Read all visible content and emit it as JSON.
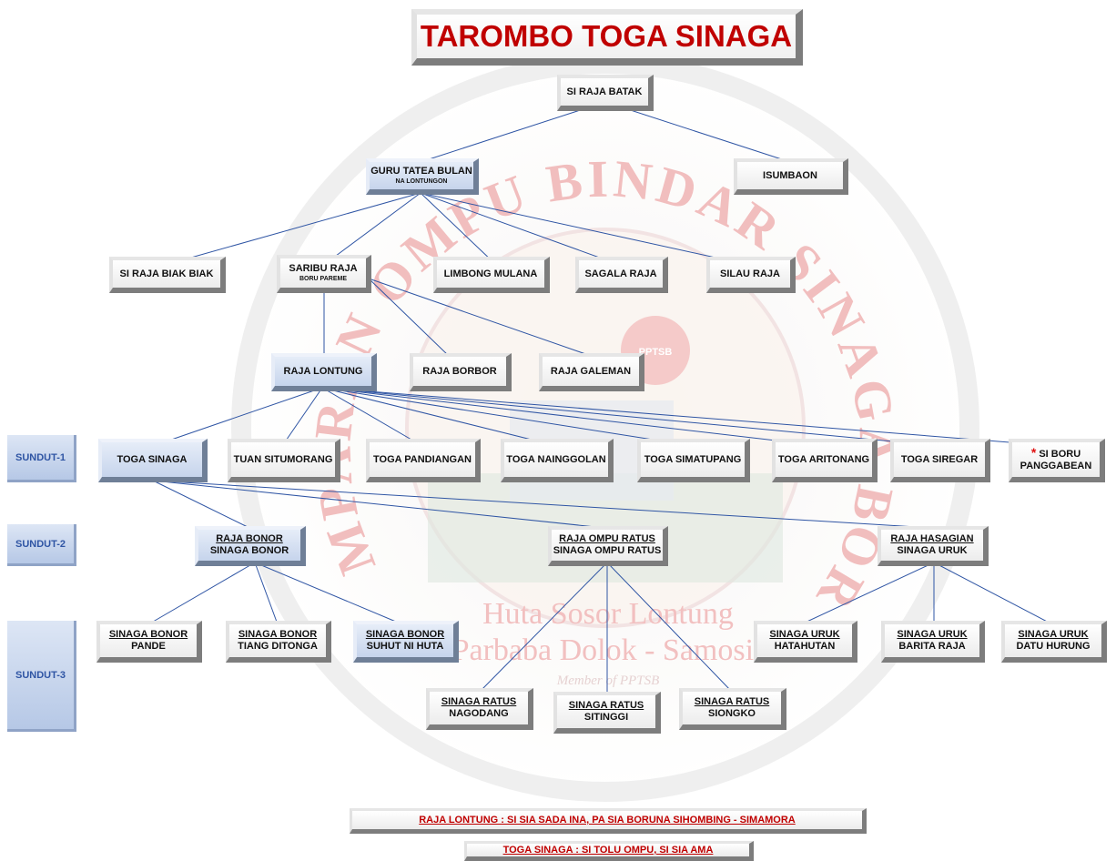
{
  "title": "TAROMBO TOGA SINAGA",
  "watermark": {
    "arc_text": "POMPARAN OMPU BINDAR SINAGA BORU",
    "line1": "Huta Sosor Lontung",
    "line2": "Parbaba Dolok - Samosir",
    "line3": "Member of PPTSB",
    "emblem": "PPTSB"
  },
  "sundut": {
    "s1": "SUNDUT-1",
    "s2": "SUNDUT-2",
    "s3": "SUNDUT-3"
  },
  "nodes": {
    "si_raja_batak": {
      "line1": "SI RAJA BATAK"
    },
    "guru_tatea_bulan": {
      "line1": "GURU TATEA BULAN",
      "line2": "NA LONTUNGON"
    },
    "isumbaon": {
      "line1": "ISUMBAON"
    },
    "si_raja_biak_biak": {
      "line1": "SI RAJA BIAK BIAK"
    },
    "saribu_raja": {
      "line1": "SARIBU RAJA",
      "line2": "BORU PAREME"
    },
    "limbong_mulana": {
      "line1": "LIMBONG MULANA"
    },
    "sagala_raja": {
      "line1": "SAGALA RAJA"
    },
    "silau_raja": {
      "line1": "SILAU RAJA"
    },
    "raja_lontung": {
      "line1": "RAJA LONTUNG"
    },
    "raja_borbor": {
      "line1": "RAJA BORBOR"
    },
    "raja_galeman": {
      "line1": "RAJA GALEMAN"
    },
    "toga_sinaga": {
      "line1": "TOGA SINAGA"
    },
    "tuan_situmorang": {
      "line1": "TUAN SITUMORANG"
    },
    "toga_pandiangan": {
      "line1": "TOGA PANDIANGAN"
    },
    "toga_nainggolan": {
      "line1": "TOGA NAINGGOLAN"
    },
    "toga_simatupang": {
      "line1": "TOGA SIMATUPANG"
    },
    "toga_aritonang": {
      "line1": "TOGA ARITONANG"
    },
    "toga_siregar": {
      "line1": "TOGA SIREGAR"
    },
    "si_boru_panggabean": {
      "star": "*",
      "line1": "SI BORU",
      "line2": "PANGGABEAN"
    },
    "raja_bonor": {
      "line1": "RAJA BONOR",
      "line2": "SINAGA BONOR"
    },
    "raja_ompu_ratus": {
      "line1": "RAJA OMPU RATUS",
      "line2": "SINAGA OMPU RATUS"
    },
    "raja_hasagian": {
      "line1": "RAJA HASAGIAN",
      "line2": "SINAGA URUK"
    },
    "bonor_pande": {
      "line1": "SINAGA BONOR",
      "line2": "PANDE"
    },
    "bonor_tiang_ditonga": {
      "line1": "SINAGA BONOR",
      "line2": "TIANG DITONGA"
    },
    "bonor_suhut_ni_huta": {
      "line1": "SINAGA BONOR",
      "line2": "SUHUT NI HUTA"
    },
    "ratus_nagodang": {
      "line1": "SINAGA RATUS",
      "line2": "NAGODANG"
    },
    "ratus_sitinggi": {
      "line1": "SINAGA RATUS",
      "line2": "SITINGGI"
    },
    "ratus_siongko": {
      "line1": "SINAGA RATUS",
      "line2": "SIONGKO"
    },
    "uruk_hatahutan": {
      "line1": "SINAGA URUK",
      "line2": "HATAHUTAN"
    },
    "uruk_barita_raja": {
      "line1": "SINAGA URUK",
      "line2": "BARITA RAJA"
    },
    "uruk_datu_hurung": {
      "line1": "SINAGA URUK",
      "line2": "DATU HURUNG"
    }
  },
  "notes": {
    "note1": "RAJA LONTUNG : SI SIA SADA INA, PA SIA BORUNA SIHOMBING - SIMAMORA",
    "note2": "TOGA SINAGA : SI TOLU OMPU, SI SIA AMA"
  },
  "colors": {
    "title_red": "#c00000",
    "line_blue": "#2f55a4",
    "watermark_red": "#e8a0a0"
  }
}
